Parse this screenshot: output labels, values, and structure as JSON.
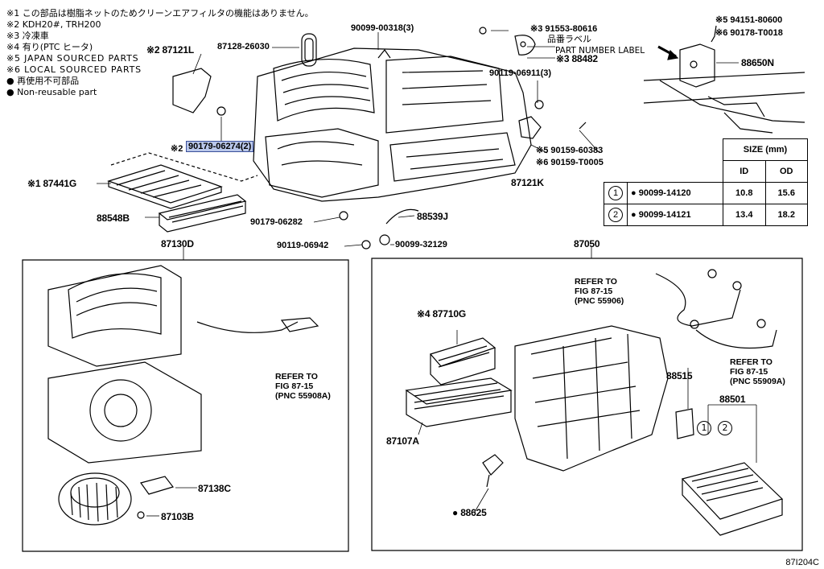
{
  "notes": [
    "※1 この部品は樹脂ネットのためクリーンエアフィルタの機能はありません。",
    "※2 KDH20#, TRH200",
    "※3 冷凍車",
    "※4 有り(PTC ヒータ)",
    "※5 JAPAN SOURCED PARTS",
    "※6 LOCAL SOURCED PARTS",
    "● 再使用不可部品",
    "● Non-reusable part"
  ],
  "parts": {
    "p87121L": "※2 87121L",
    "p87128": "87128-26030",
    "p90099_318": "90099-00318(3)",
    "p91553": "※3 91553-80616",
    "label_jp": "品番ラベル",
    "p88482": "※3 88482",
    "part_number_label": "PART NUMBER LABEL",
    "p94151": "※5 94151-80600",
    "p90178": "※6 90178-T0018",
    "p88650N": "88650N",
    "p90119_6911": "90119-06911(3)",
    "p90179_6274_mark": "※2",
    "p90179_6274": "90179-06274(2)",
    "p90159_60383": "※5 90159-60383",
    "p90159_T0005": "※6 90159-T0005",
    "p87121K": "87121K",
    "p87441G": "※1 87441G",
    "p88548B": "88548B",
    "p90179_6282": "90179-06282",
    "p88539J": "88539J",
    "p90119_6942": "90119-06942",
    "p90099_32129": "90099-32129",
    "p87130D": "87130D",
    "p87050": "87050",
    "p87710G": "※4 87710G",
    "p87107A": "87107A",
    "p88515": "88515",
    "p88501": "88501",
    "p87138C": "87138C",
    "p87103B": "87103B",
    "p88625": "88625"
  },
  "refs": {
    "ref_55906": [
      "REFER TO",
      "FIG 87-15",
      "(PNC 55906)"
    ],
    "ref_55908A": [
      "REFER TO",
      "FIG 87-15",
      "(PNC 55908A)"
    ],
    "ref_55909A": [
      "REFER TO",
      "FIG 87-15",
      "(PNC 55909A)"
    ]
  },
  "size_table": {
    "title": "SIZE (mm)",
    "col_id": "ID",
    "col_od": "OD",
    "rows": [
      {
        "num": "1",
        "part": "90099-14120",
        "id": "10.8",
        "od": "15.6"
      },
      {
        "num": "2",
        "part": "90099-14121",
        "id": "13.4",
        "od": "18.2"
      }
    ]
  },
  "bullet": "●",
  "circle_1": "1",
  "circle_2": "2",
  "diagram_id": "87I204C"
}
